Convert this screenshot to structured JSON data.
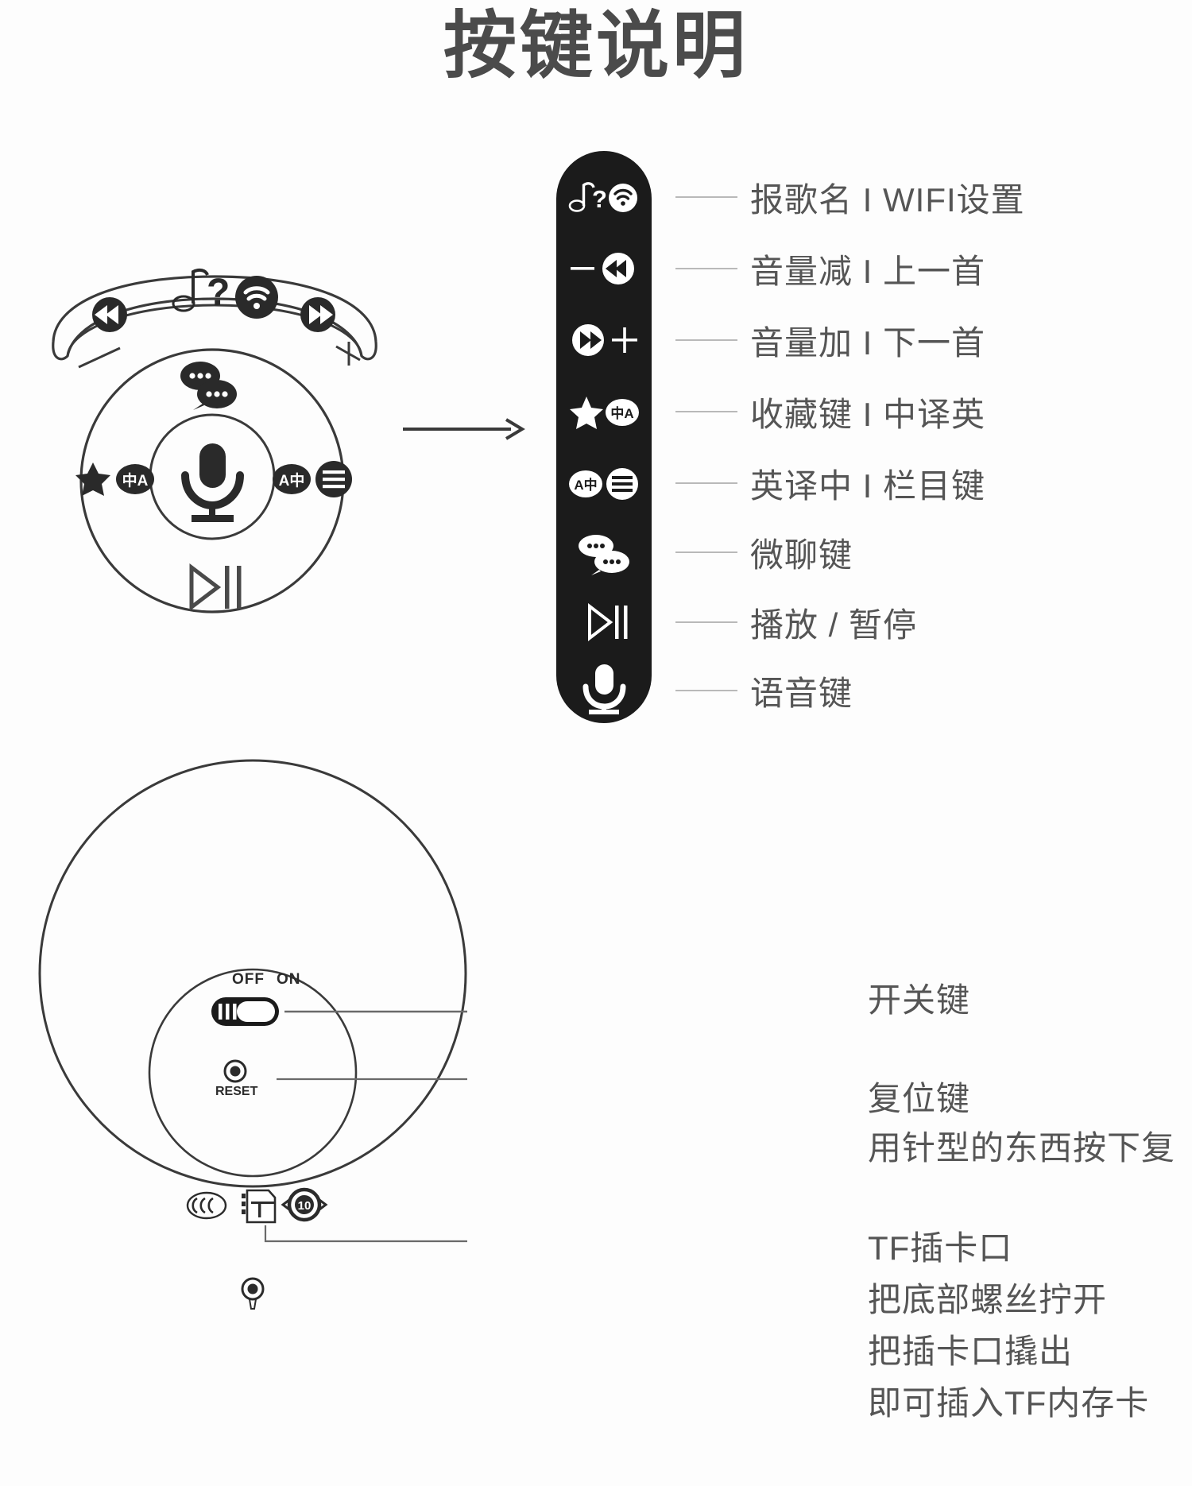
{
  "header": {
    "title": "按键说明"
  },
  "colors": {
    "ink": "#4a4a4a",
    "strip_bg": "#1b1b1b",
    "lead_line": "#b9b9b9",
    "outline": "#3a3a3a"
  },
  "key_strip": {
    "rows": [
      {
        "icons": [
          "music-note-question-icon",
          "wifi-icon"
        ],
        "label": "报歌名 I WIFI设置"
      },
      {
        "icons": [
          "minus-icon",
          "rewind-icon"
        ],
        "label": "音量减 I 上一首"
      },
      {
        "icons": [
          "fast-forward-icon",
          "plus-icon"
        ],
        "label": "音量加 I 下一首"
      },
      {
        "icons": [
          "star-icon",
          "translate-zh-en-icon"
        ],
        "label": "收藏键 I 中译英"
      },
      {
        "icons": [
          "translate-en-zh-icon",
          "list-menu-icon"
        ],
        "label": "英译中 I 栏目键"
      },
      {
        "icons": [
          "chat-bubbles-icon"
        ],
        "label": "微聊键"
      },
      {
        "icons": [
          "play-pause-icon"
        ],
        "label": "播放 / 暂停"
      },
      {
        "icons": [
          "microphone-icon"
        ],
        "label": "语音键"
      }
    ]
  },
  "device_top": {
    "band_icons": [
      "volume-down-rewind-icon",
      "music-note-question-icon",
      "wifi-icon",
      "volume-up-forward-icon"
    ],
    "face_icons": [
      "chat-bubbles-icon",
      "star-icon",
      "translate-zh-en-icon",
      "translate-en-zh-icon",
      "list-menu-icon",
      "microphone-icon",
      "play-pause-icon"
    ],
    "minus_sign": "—",
    "plus_sign": "+"
  },
  "device_bottom": {
    "switch": {
      "off_label": "OFF",
      "on_label": "ON",
      "state": "ON"
    },
    "reset": {
      "label": "RESET"
    },
    "marks": [
      "ccc-mark-icon",
      "tf-card-icon",
      "recycle-10-mark-icon"
    ],
    "tf_card_text": "TF",
    "recycle_text": "10",
    "screw_icon": "screw-hole-icon"
  },
  "bottom_callouts": [
    {
      "title": "开关键",
      "lines": []
    },
    {
      "title": "复位键",
      "lines": [
        "用针型的东西按下复"
      ]
    },
    {
      "title": "TF插卡口",
      "lines": [
        "把底部螺丝拧开",
        "把插卡口撬出",
        "即可插入TF内存卡"
      ]
    }
  ]
}
